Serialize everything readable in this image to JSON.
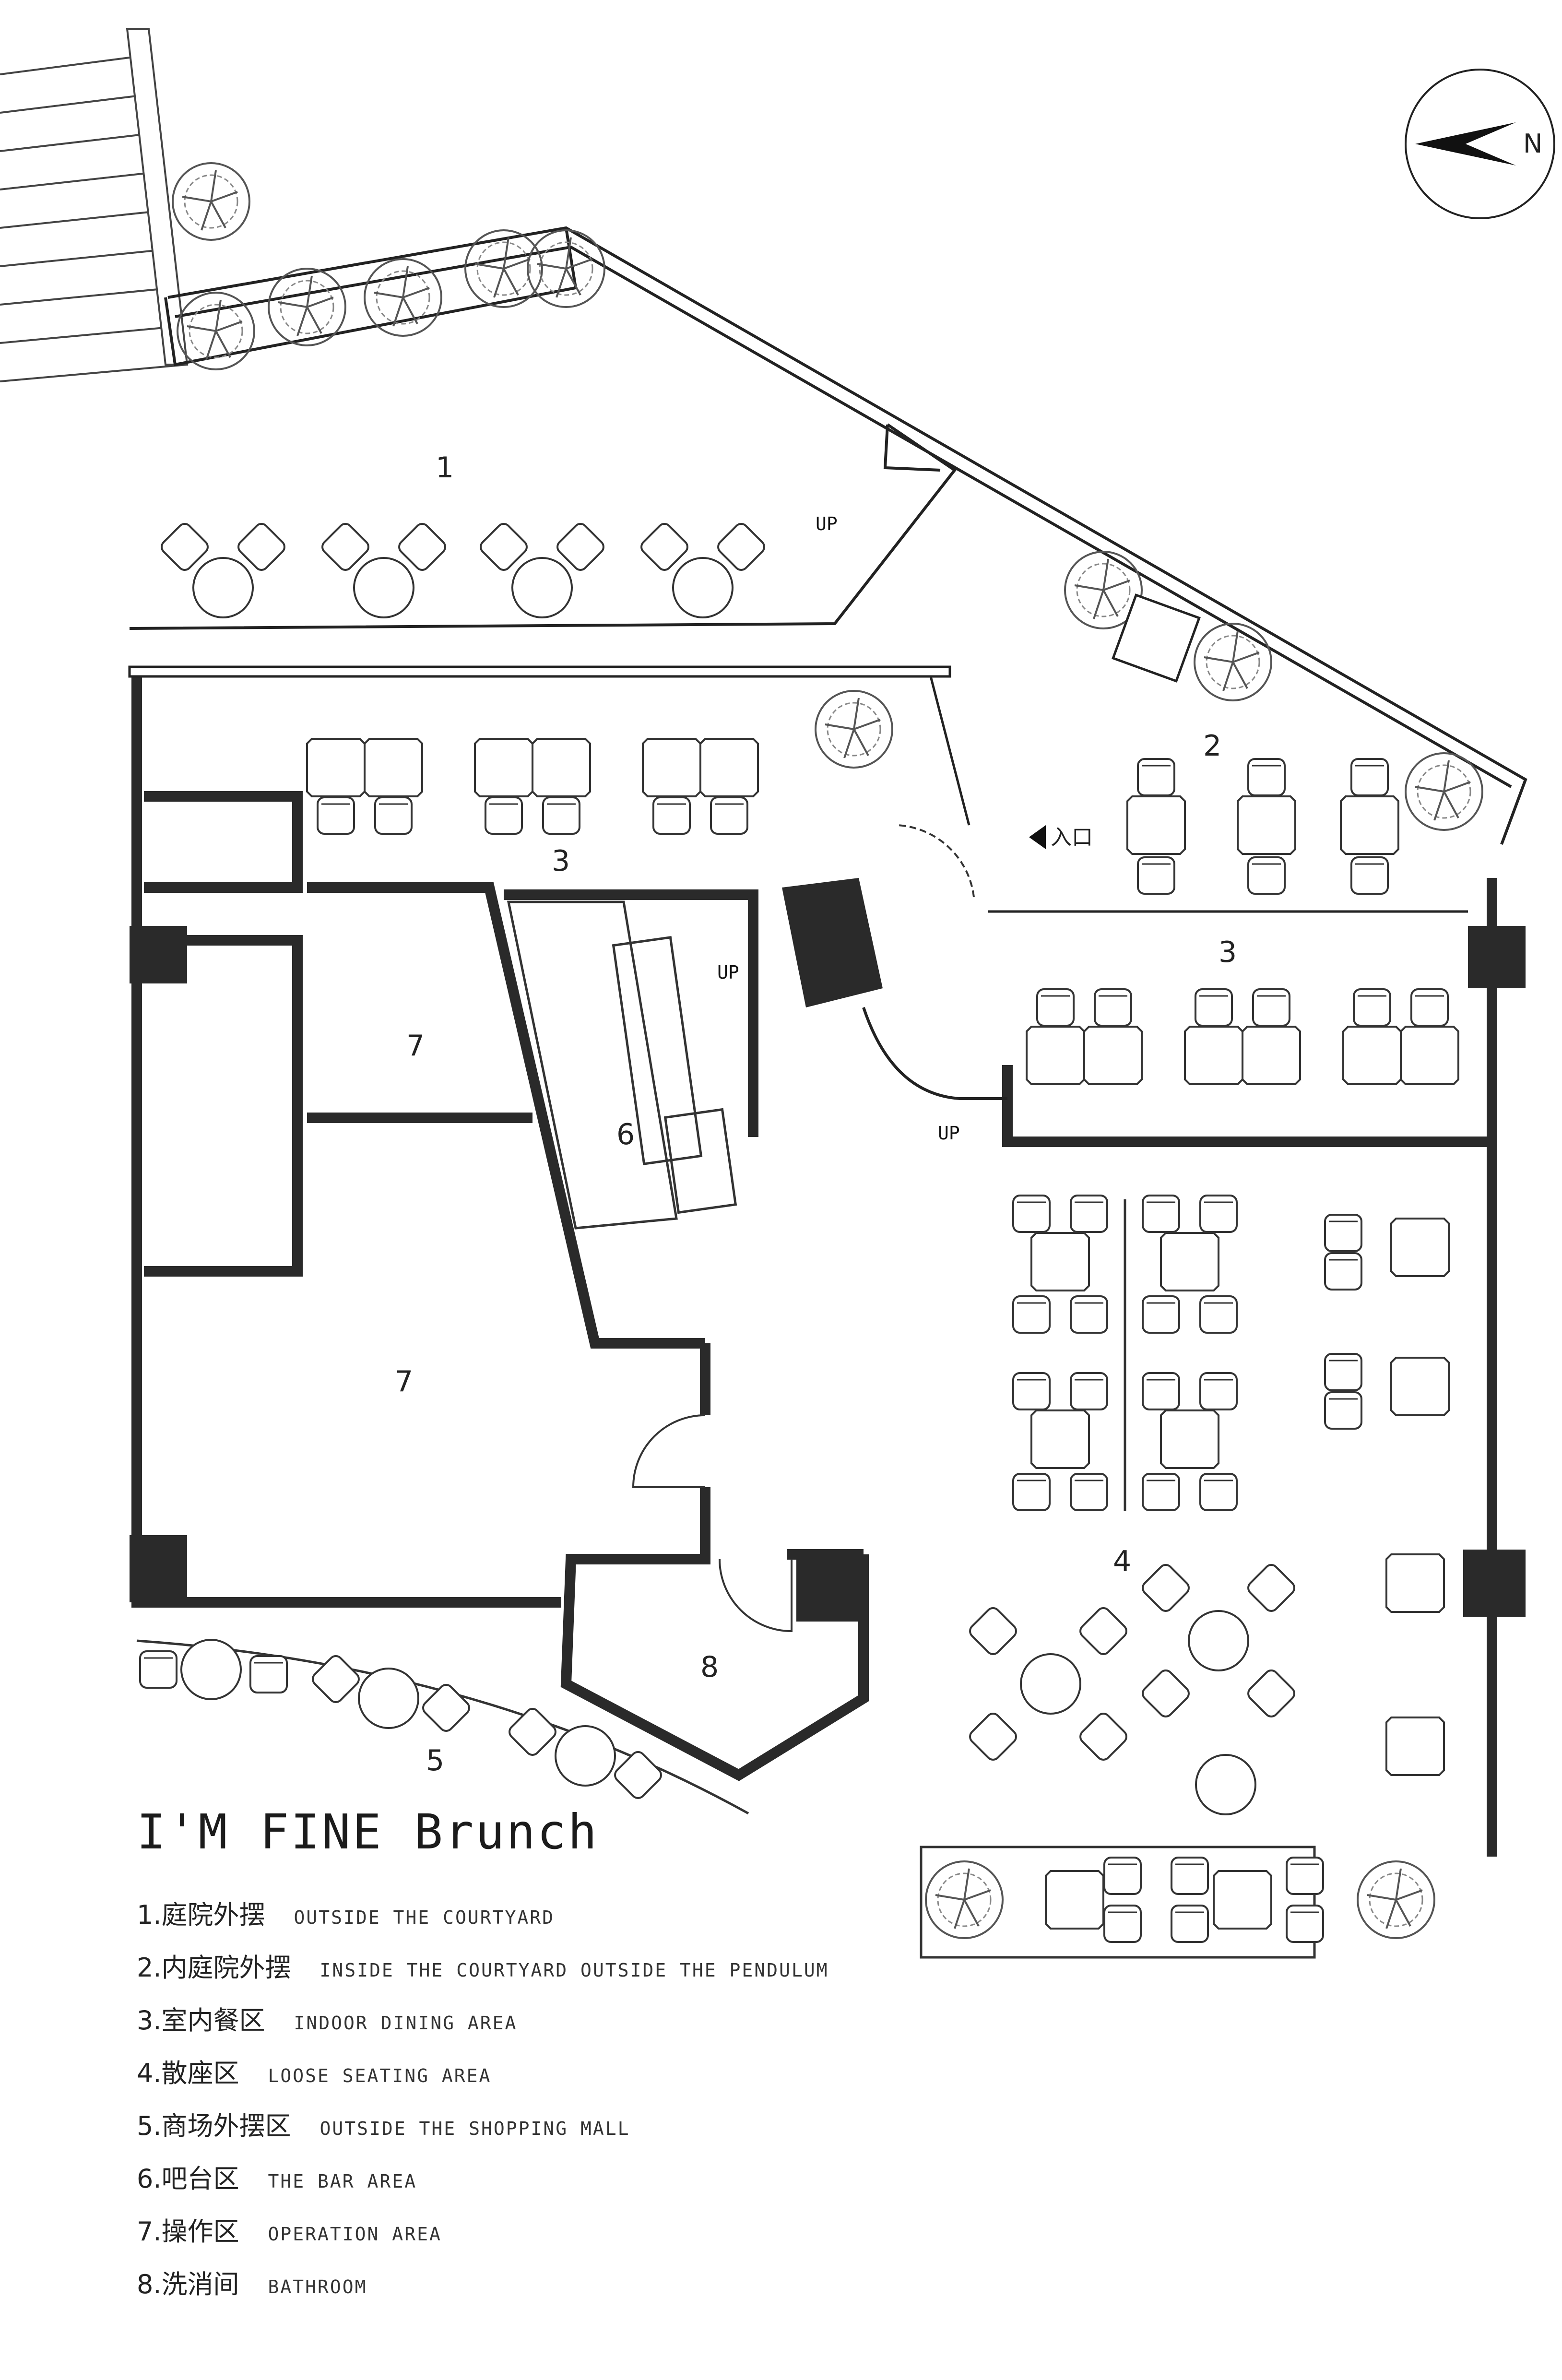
{
  "compass": {
    "north": "N"
  },
  "plan": {
    "area_numbers": [
      "1",
      "2",
      "3",
      "3",
      "4",
      "5",
      "6",
      "7",
      "7",
      "8"
    ],
    "entrance": "入口",
    "stairs": [
      "UP",
      "UP",
      "UP"
    ]
  },
  "legend": {
    "title": "I'M FINE Brunch",
    "items": [
      {
        "zh": "1.庭院外摆",
        "en": "OUTSIDE THE COURTYARD"
      },
      {
        "zh": "2.内庭院外摆",
        "en": "INSIDE THE COURTYARD OUTSIDE THE PENDULUM"
      },
      {
        "zh": "3.室内餐区",
        "en": "INDOOR DINING AREA"
      },
      {
        "zh": "4.散座区",
        "en": "LOOSE SEATING AREA"
      },
      {
        "zh": "5.商场外摆区",
        "en": "OUTSIDE THE SHOPPING MALL"
      },
      {
        "zh": "6.吧台区",
        "en": "THE BAR AREA"
      },
      {
        "zh": "7.操作区",
        "en": "OPERATION AREA"
      },
      {
        "zh": "8.洗消间",
        "en": "BATHROOM"
      }
    ]
  }
}
